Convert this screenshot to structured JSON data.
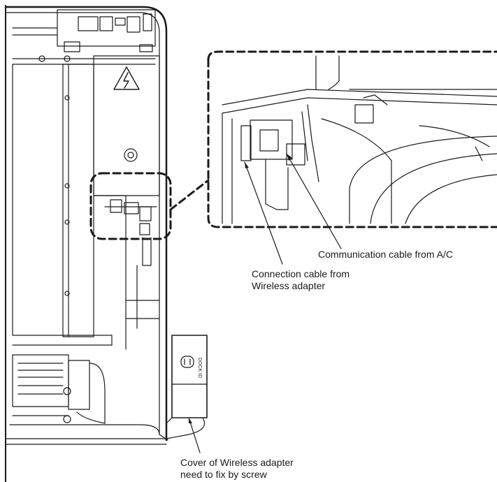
{
  "labels": {
    "comm_cable": "Communication cable from A/C",
    "conn_cable_line1": "Connection cable from",
    "conn_cable_line2": "Wireless adapter",
    "cover_line1": "Cover of Wireless adapter",
    "cover_line2": "need to fix by screw"
  },
  "adapter_marking": "DOCK ID",
  "colors": {
    "ink": "#1a1a1a",
    "background": "#ffffff"
  }
}
